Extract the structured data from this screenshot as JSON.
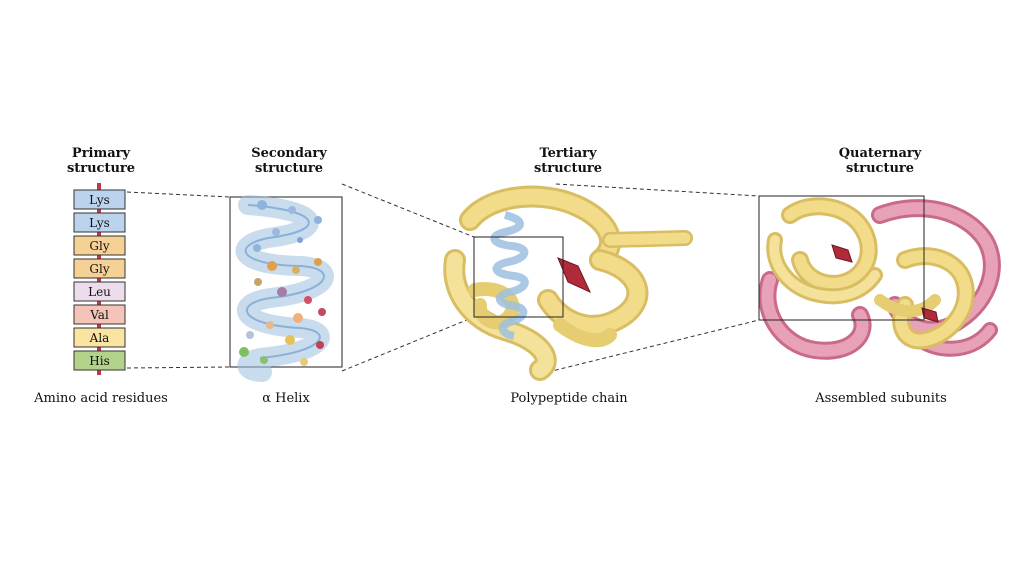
{
  "headings": {
    "primary": [
      "Primary",
      "structure"
    ],
    "secondary": [
      "Secondary",
      "structure"
    ],
    "tertiary": [
      "Tertiary",
      "structure"
    ],
    "quaternary": [
      "Quaternary",
      "structure"
    ]
  },
  "captions": {
    "primary": "Amino acid residues",
    "secondary": "α Helix",
    "tertiary": "Polypeptide chain",
    "quaternary": "Assembled subunits"
  },
  "residues": [
    {
      "label": "Lys",
      "color": "#bcd3ee"
    },
    {
      "label": "Lys",
      "color": "#bcd3ee"
    },
    {
      "label": "Gly",
      "color": "#f6d196"
    },
    {
      "label": "Gly",
      "color": "#f6d196"
    },
    {
      "label": "Leu",
      "color": "#ecdcec"
    },
    {
      "label": "Val",
      "color": "#f5c3b8"
    },
    {
      "label": "Ala",
      "color": "#f9e4a2"
    },
    {
      "label": "His",
      "color": "#b4d38a"
    }
  ],
  "colors": {
    "backbone": "#c2374a",
    "helix": "#9cbfe0",
    "chain_yellow": "#f2dc8a",
    "chain_pink": "#dd8ba3",
    "heme": "#b02a3a"
  }
}
